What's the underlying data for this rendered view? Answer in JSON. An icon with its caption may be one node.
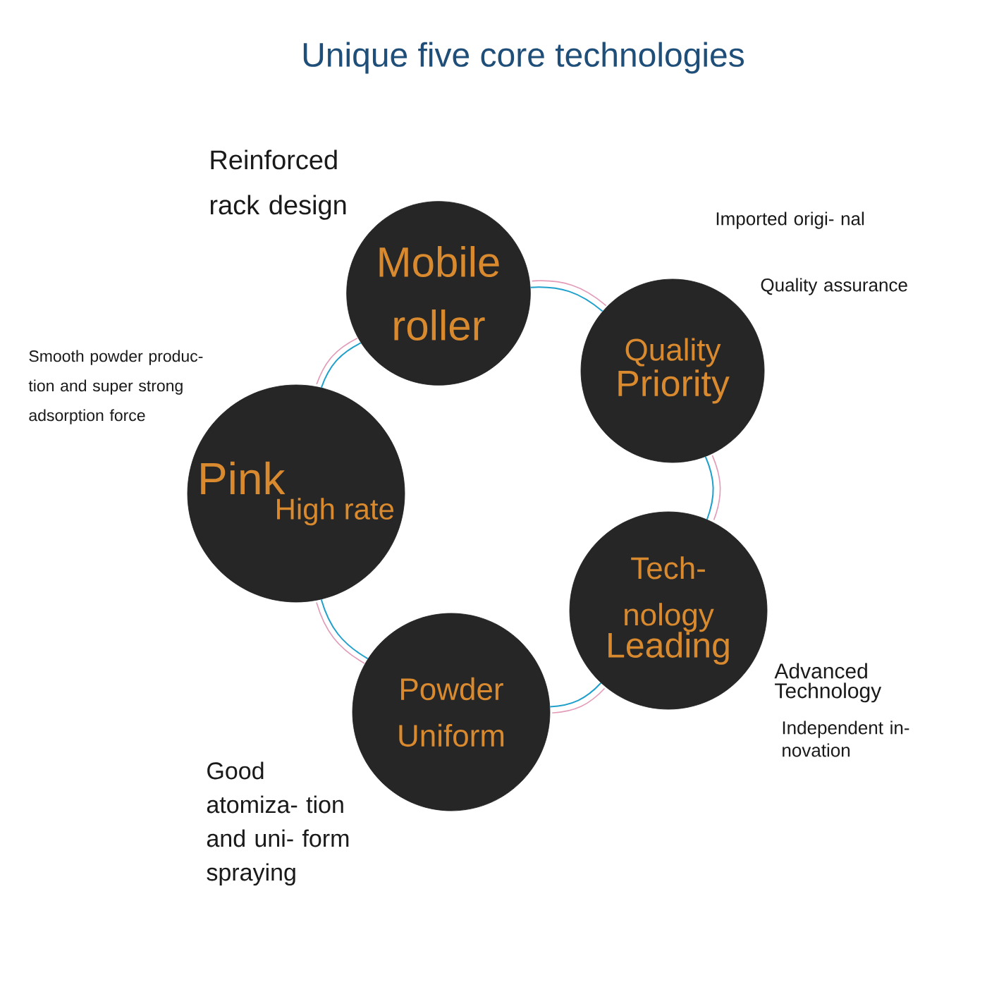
{
  "diagram": {
    "title": "Unique five core technologies",
    "nodes": [
      {
        "text": [
          "Mobile roller"
        ],
        "beside": [
          "Reinforced rack design"
        ]
      },
      {
        "text": [
          "Quality",
          "Priority"
        ],
        "beside": [
          "Imported origi- nal",
          "Quality assurance"
        ]
      },
      {
        "text": [
          "Pink",
          "High rate"
        ],
        "beside": [
          "Smooth powder produc- tion and super strong adsorption force"
        ]
      },
      {
        "text": [
          "Tech- nology",
          "Leading"
        ],
        "beside": [
          "Advanced Technology",
          "Independent in- novation"
        ]
      },
      {
        "text": [
          "Powder Uniform"
        ],
        "beside": [
          "Good atomiza- tion and uni- form spraying"
        ]
      }
    ],
    "edges": [
      {
        "from": 0,
        "to": 1,
        "arrow": "none"
      },
      {
        "from": 1,
        "to": 3,
        "arrow": "none"
      },
      {
        "from": 3,
        "to": 4,
        "arrow": "none"
      },
      {
        "from": 4,
        "to": 2,
        "arrow": "none"
      },
      {
        "from": 2,
        "to": 0,
        "arrow": "none"
      }
    ]
  }
}
